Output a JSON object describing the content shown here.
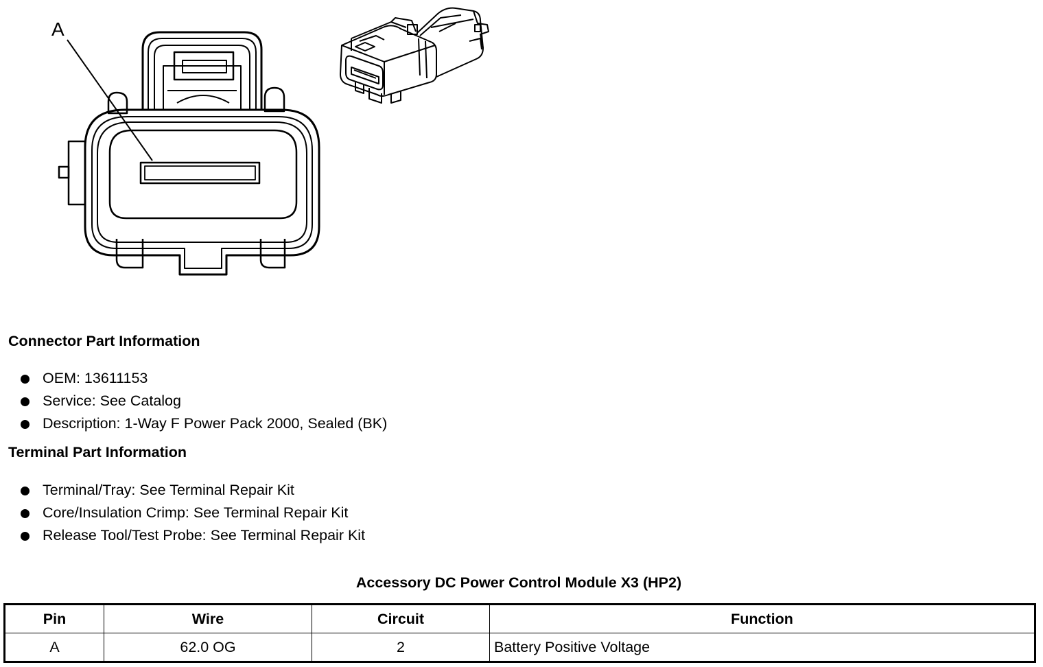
{
  "diagram": {
    "callout_label": "A"
  },
  "connector_info": {
    "heading": "Connector Part Information",
    "items": [
      "OEM: 13611153",
      "Service: See Catalog",
      "Description: 1-Way F Power Pack 2000, Sealed (BK)"
    ]
  },
  "terminal_info": {
    "heading": "Terminal Part Information",
    "items": [
      "Terminal/Tray: See Terminal Repair Kit",
      "Core/Insulation Crimp: See Terminal Repair Kit",
      "Release Tool/Test Probe: See Terminal Repair Kit"
    ]
  },
  "table": {
    "title": "Accessory DC Power Control Module X3 (HP2)",
    "headers": {
      "pin": "Pin",
      "wire": "Wire",
      "circuit": "Circuit",
      "function": "Function"
    },
    "rows": [
      {
        "pin": "A",
        "wire": "62.0 OG",
        "circuit": "2",
        "function": "Battery Positive Voltage"
      }
    ]
  }
}
